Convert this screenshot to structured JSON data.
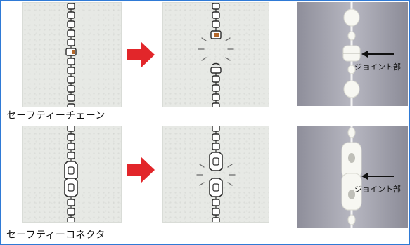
{
  "row1": {
    "caption": "セーフティーチェーン",
    "joint_label": "ジョイント部"
  },
  "row2": {
    "caption": "セーフティーコネクタ",
    "joint_label": "ジョイント部"
  },
  "colors": {
    "border": "#2f7ad6",
    "arrow": "#e2262a",
    "panel": "#e7e9e5",
    "photo_bg": "#a9a9b4"
  }
}
